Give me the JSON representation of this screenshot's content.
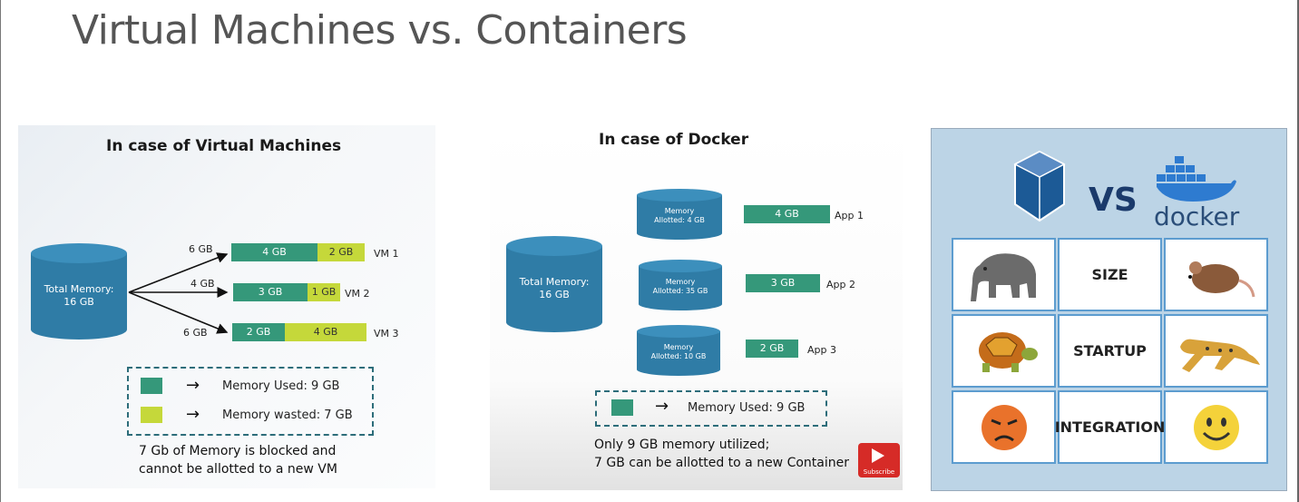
{
  "slide": {
    "title": "Virtual Machines vs. Containers"
  },
  "vm_panel": {
    "heading": "In case of Virtual Machines",
    "total_memory": [
      "Total Memory:",
      "16 GB"
    ],
    "rows": [
      {
        "alloc": "6 GB",
        "used": "4 GB",
        "wasted": "2 GB",
        "vm": "VM 1"
      },
      {
        "alloc": "4 GB",
        "used": "3 GB",
        "wasted": "1 GB",
        "vm": "VM 2"
      },
      {
        "alloc": "6 GB",
        "used": "2 GB",
        "wasted": "4 GB",
        "vm": "VM 3"
      }
    ],
    "legend": {
      "used": "Memory Used: 9 GB",
      "wasted": "Memory wasted: 7 GB"
    },
    "note": [
      "7 Gb of Memory is blocked and",
      "cannot be allotted to a new VM"
    ]
  },
  "docker_panel": {
    "heading": "In case of Docker",
    "total_memory": [
      "Total Memory:",
      "16 GB"
    ],
    "containers": [
      {
        "cyl": [
          "Memory",
          "Allotted: 4 GB"
        ],
        "bar": "4 GB",
        "app": "App 1"
      },
      {
        "cyl": [
          "Memory",
          "Allotted: 35 GB"
        ],
        "bar": "3 GB",
        "app": "App 2"
      },
      {
        "cyl": [
          "Memory",
          "Allotted: 10 GB"
        ],
        "bar": "2 GB",
        "app": "App 3"
      }
    ],
    "legend": {
      "used": "Memory Used: 9 GB"
    },
    "note": [
      "Only 9 GB memory utilized;",
      "7 GB can be allotted to a new Container"
    ],
    "subscribe": "Subscribe"
  },
  "comparison_panel": {
    "vs": "VS",
    "docker": "docker",
    "rows": [
      {
        "left_icon": "elephant-icon",
        "label": "SIZE",
        "right_icon": "mouse-icon"
      },
      {
        "left_icon": "turtle-icon",
        "label": "STARTUP",
        "right_icon": "cheetah-icon"
      },
      {
        "left_icon": "angry-face-icon",
        "label": "INTEGRATION",
        "right_icon": "smiley-face-icon"
      }
    ]
  },
  "colors": {
    "used": "#35987a",
    "wasted": "#c5d83a",
    "cylinder": "#2f7ca6",
    "panel_bg": "#bcd4e6"
  }
}
